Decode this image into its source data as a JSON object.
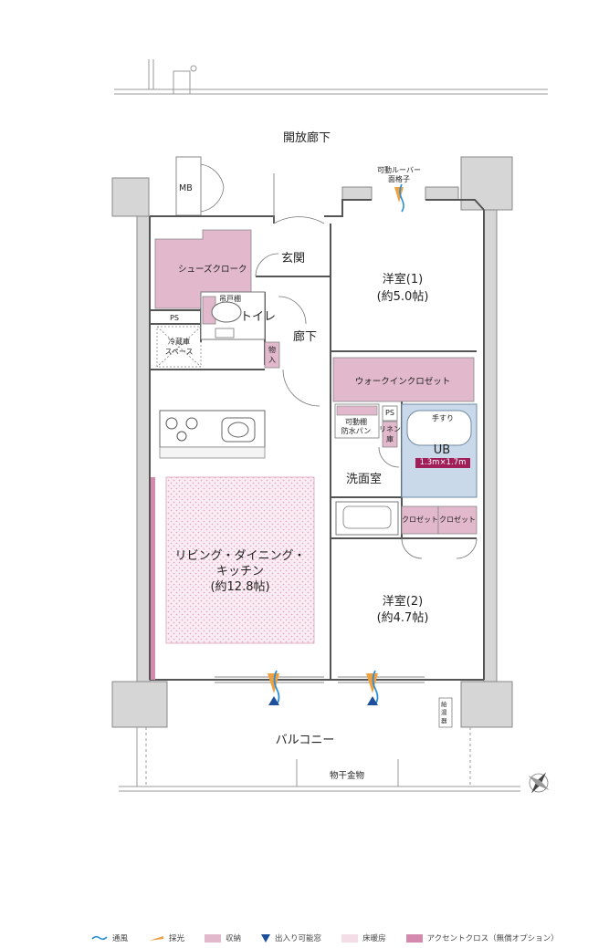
{
  "corridor": {
    "label": "開放廊下"
  },
  "louver": {
    "line1": "可動ルーバー",
    "line2": "面格子"
  },
  "rooms": {
    "mb": "MB",
    "genkan": "玄関",
    "shoes_closet": "シューズクローク",
    "toilet": "トイレ",
    "tsuri_todana": "吊戸棚",
    "ps_left": "PS",
    "fridge_line1": "冷蔵庫",
    "fridge_line2": "スペース",
    "storage_line1": "物",
    "storage_line2": "入",
    "hallway": "廊下",
    "western1_line1": "洋室(1)",
    "western1_line2": "(約5.0帖)",
    "walkin_closet": "ウォークインクロゼット",
    "bouusui_line1": "可動棚",
    "bouusui_line2": "防水パン",
    "ps_right": "PS",
    "linen_line1": "リネン",
    "linen_line2": "庫",
    "handrail": "手すり",
    "ub": "UB",
    "ub_size": "1.3m×1.7m",
    "washroom": "洗面室",
    "closet_a": "クロゼット",
    "closet_b": "クロゼット",
    "ldk_line1": "リビング・ダイニング・",
    "ldk_line2": "キッチン",
    "ldk_line3": "(約12.8帖)",
    "western2_line1": "洋室(2)",
    "western2_line2": "(約4.7帖)"
  },
  "balcony": {
    "label": "バルコニー",
    "drying": "物干金物",
    "drain_line1": "給湯器"
  },
  "legend": [
    {
      "icon": "wave-icon",
      "label": "通風",
      "color": "#2b8fd6"
    },
    {
      "icon": "daylight-icon",
      "label": "採光",
      "color": "#f0a040"
    },
    {
      "icon": "storage-swatch-icon",
      "label": "収納",
      "color": "#e2b8cc"
    },
    {
      "icon": "exit-triangle-icon",
      "label": "出入り可能窓",
      "color": "#1d4f9c"
    },
    {
      "icon": "floor-heating-swatch-icon",
      "label": "床暖房",
      "color": "#f4dde6"
    },
    {
      "icon": "accent-cloth-swatch-icon",
      "label": "アクセントクロス（無償オプション）",
      "color": "#d48aae"
    }
  ],
  "colors": {
    "wall": "#d6d6d6",
    "storage": "#e2b8cc",
    "bath": "#c9d9ea",
    "accent": "#d48aae",
    "ub_badge": "#a01f58",
    "ventilation": "#2b8fd6",
    "daylight": "#f0a040",
    "exit_window": "#1d4f9c"
  }
}
